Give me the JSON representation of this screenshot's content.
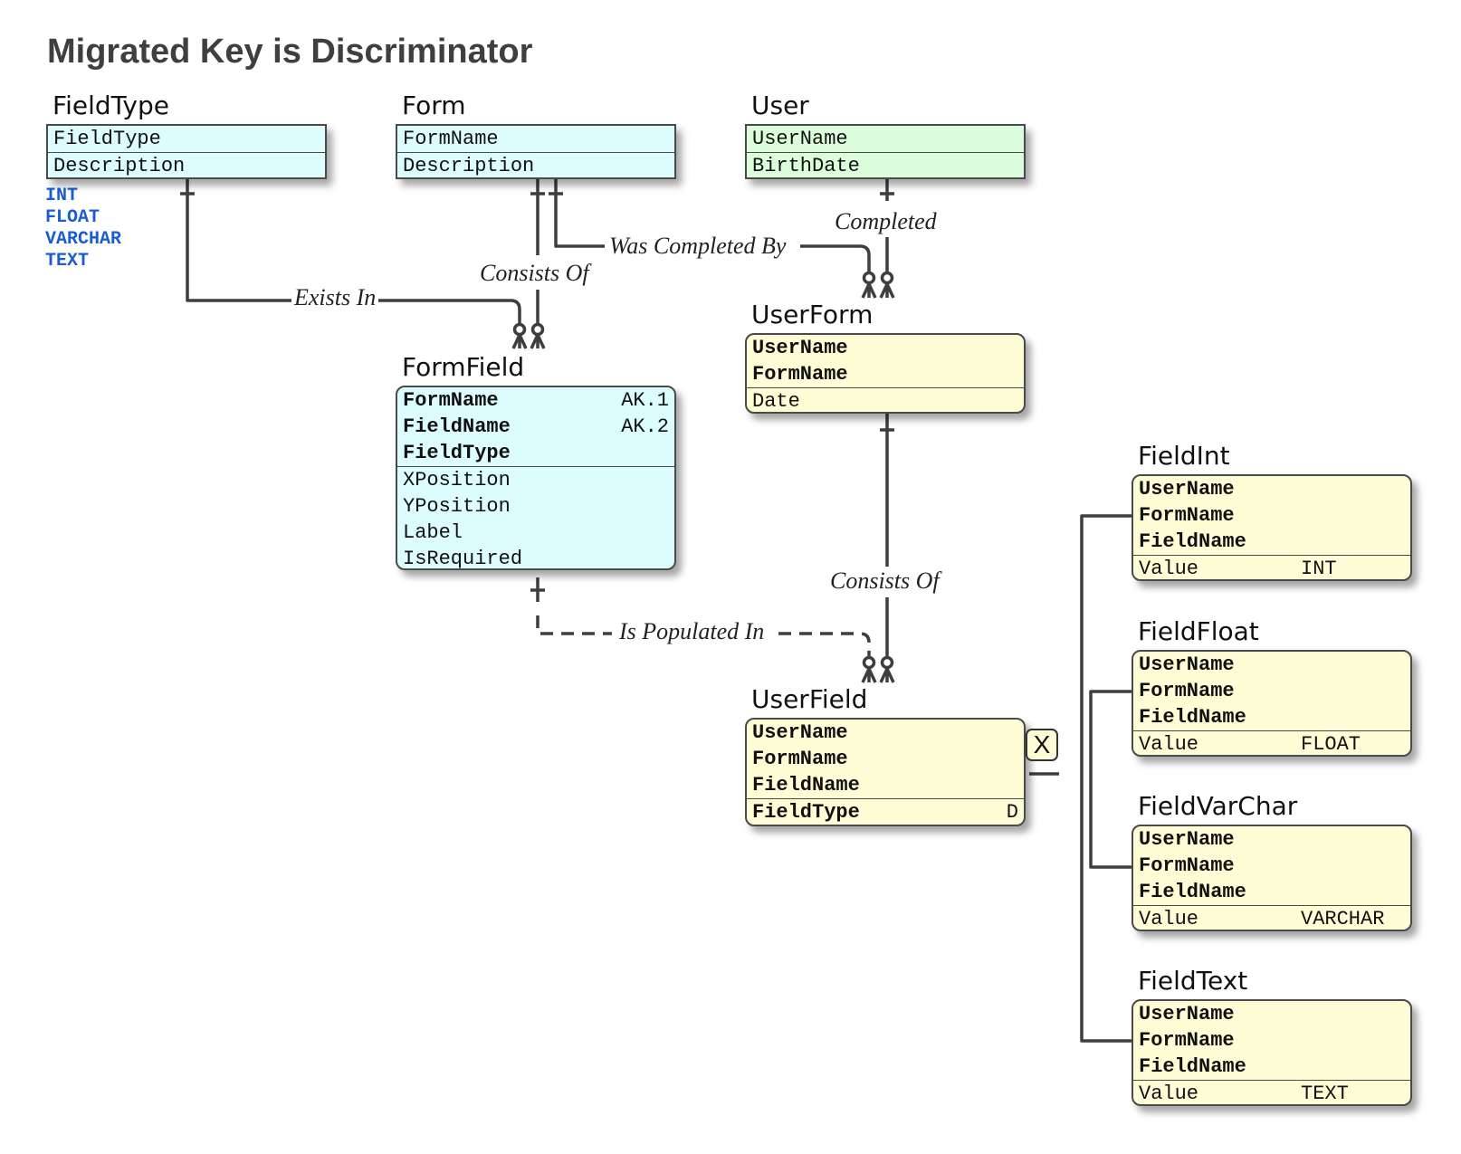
{
  "title": "Migrated Key is Discriminator",
  "field_type_values": [
    "INT",
    "FLOAT",
    "VARCHAR",
    "TEXT"
  ],
  "entities": {
    "fieldtype": {
      "name": "FieldType",
      "attributes": [
        "FieldType",
        "Description"
      ],
      "color": "#dcfcfd"
    },
    "form": {
      "name": "Form",
      "attributes": [
        "FormName",
        "Description"
      ],
      "color": "#dcfcfd"
    },
    "user": {
      "name": "User",
      "attributes": [
        "UserName",
        "BirthDate"
      ],
      "color": "#dcfddc"
    },
    "userform": {
      "name": "UserForm",
      "keys": [
        "UserName",
        "FormName"
      ],
      "attributes": [
        "Date"
      ],
      "color": "#fffdd6"
    },
    "formfield": {
      "name": "FormField",
      "keys": [
        {
          "name": "FormName",
          "tag": "AK.1"
        },
        {
          "name": "FieldName",
          "tag": "AK.2"
        },
        {
          "name": "FieldType",
          "tag": ""
        }
      ],
      "attributes": [
        "XPosition",
        "YPosition",
        "Label",
        "IsRequired"
      ],
      "color": "#dcfcfd"
    },
    "userfield": {
      "name": "UserField",
      "keys": [
        "UserName",
        "FormName",
        "FieldName"
      ],
      "attributes": [
        {
          "name": "FieldType",
          "tag": "D"
        }
      ],
      "color": "#fffdd6"
    },
    "fieldint": {
      "name": "FieldInt",
      "keys": [
        "UserName",
        "FormName",
        "FieldName"
      ],
      "attributes": [
        {
          "name": "Value",
          "tag": "INT"
        }
      ],
      "color": "#fffdd6"
    },
    "fieldfloat": {
      "name": "FieldFloat",
      "keys": [
        "UserName",
        "FormName",
        "FieldName"
      ],
      "attributes": [
        {
          "name": "Value",
          "tag": "FLOAT"
        }
      ],
      "color": "#fffdd6"
    },
    "fieldvarchar": {
      "name": "FieldVarChar",
      "keys": [
        "UserName",
        "FormName",
        "FieldName"
      ],
      "attributes": [
        {
          "name": "Value",
          "tag": "VARCHAR"
        }
      ],
      "color": "#fffdd6"
    },
    "fieldtext": {
      "name": "FieldText",
      "keys": [
        "UserName",
        "FormName",
        "FieldName"
      ],
      "attributes": [
        {
          "name": "Value",
          "tag": "TEXT"
        }
      ],
      "color": "#fffdd6"
    }
  },
  "relationships": {
    "exists_in": {
      "label": "Exists In",
      "from": "FieldType",
      "to": "FormField"
    },
    "consists_of_form": {
      "label": "Consists Of",
      "from": "Form",
      "to": "FormField"
    },
    "was_completed_by": {
      "label": "Was Completed By",
      "from": "Form",
      "to": "UserForm"
    },
    "completed": {
      "label": "Completed",
      "from": "User",
      "to": "UserForm"
    },
    "consists_of_userform": {
      "label": "Consists Of",
      "from": "UserForm",
      "to": "UserField"
    },
    "is_populated_in": {
      "label": "Is Populated In",
      "from": "FormField",
      "to": "UserField",
      "style": "dashed"
    }
  },
  "discriminator": {
    "symbol": "X"
  },
  "colors": {
    "line": "#3e3e3e",
    "type_list": "#1a5cd6",
    "title": "#3f3f3f"
  }
}
